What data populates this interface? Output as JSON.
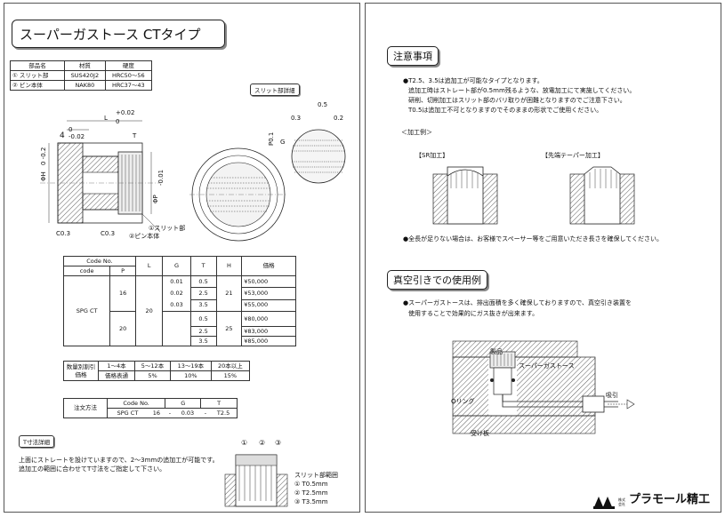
{
  "title": "スーパーガストース CTタイプ",
  "materials": {
    "headers": [
      "部品名",
      "材質",
      "硬度"
    ],
    "rows": [
      [
        "① スリット部",
        "SUS420J2",
        "HRC50～56"
      ],
      [
        "② ピン本体",
        "NAK80",
        "HRC37～43"
      ]
    ]
  },
  "drawing": {
    "slit_detail_label": "スリット部詳細",
    "dim_L": "L",
    "dim_L_tol_upper": "+0.02",
    "dim_L_tol_lower": "0",
    "dim_4": "4",
    "dim_4_tol_upper": "0",
    "dim_4_tol_lower": "-0.02",
    "dim_T": "T",
    "dim_H": "ΦH",
    "dim_H_tol": "0 -0.2",
    "dim_P": "ΦP",
    "dim_P_tol": "-0.01",
    "c03_left": "C0.3",
    "c03_mid": "C0.3",
    "part1": "①スリット部",
    "part2": "②ピン本体",
    "slit_03": "0.3",
    "slit_05": "0.5",
    "slit_02": "0.2",
    "slit_p01": "P0.1",
    "slit_g": "G"
  },
  "spec_table": {
    "code_header": "Code No.",
    "col_code": "code",
    "col_P": "P",
    "col_L": "L",
    "col_G": "G",
    "col_T": "T",
    "col_H": "H",
    "col_price": "価格",
    "code": "SPG CT",
    "L": "20",
    "groups": [
      {
        "P": "16",
        "H": "21",
        "rows": [
          {
            "G": "0.01",
            "T": "0.5",
            "price": "¥50,000"
          },
          {
            "G": "0.02",
            "T": "2.5",
            "price": "¥53,000"
          },
          {
            "G": "0.03",
            "T": "3.5",
            "price": "¥55,000"
          }
        ]
      },
      {
        "P": "20",
        "H": "25",
        "rows": [
          {
            "G": "",
            "T": "0.5",
            "price": "¥80,000"
          },
          {
            "G": "",
            "T": "2.5",
            "price": "¥83,000"
          },
          {
            "G": "",
            "T": "3.5",
            "price": "¥85,000"
          }
        ]
      }
    ]
  },
  "discount": {
    "label": "数量別割引価格",
    "quantities": [
      "1～4本",
      "5～12本",
      "13～19本",
      "20本以上"
    ],
    "rates": [
      "価格表通",
      "5%",
      "10%",
      "15%"
    ]
  },
  "order": {
    "label": "注文方法",
    "headers": [
      "Code No.",
      "G",
      "T"
    ],
    "example": [
      "SPG CT",
      "16",
      "-",
      "0.03",
      "-",
      "T2.5"
    ]
  },
  "t_detail": {
    "title": "T寸法詳細",
    "text1": "上面にストレートを設けていますので、2～3mmの追加工が可能です。",
    "text2": "追加工の範囲に合わせてT寸法をご指定して下さい。",
    "markers": [
      "①",
      "②",
      "③"
    ],
    "range_title": "スリット部範囲",
    "range_items": [
      "① T0.5mm",
      "② T2.5mm",
      "③ T3.5mm"
    ]
  },
  "notes": {
    "title": "注意事項",
    "lines": [
      "●T2.5、3.5は追加工が可能なタイプとなります。",
      "追加工時はストレート部が0.5mm残るような、放電加工にて実施してください。",
      "研削、切削加工はスリット部のバリ取りが困難となりますのでご注意下さい。",
      "T0.5は追加工不可となりますのでそのままの形状でご使用ください。"
    ],
    "example_label": "＜加工例＞",
    "sr_label": "【SR加工】",
    "taper_label": "【先端テーパー加工】",
    "spacer_note": "●全長が足りない場合は、お客様でスペーサー等をご用意いただき長さを確保してください。"
  },
  "vacuum": {
    "title": "真空引きでの使用例",
    "lines": [
      "●スーパーガストースは、排出面積を多く確保しておりますので、真空引き装置を",
      "使用することで効果的にガス抜きが出来ます。"
    ],
    "product_label": "製品",
    "sgt_label": "スーパーガストース",
    "oring_label": "Oリング",
    "suction_label": "吸引",
    "plate_label": "受け板"
  },
  "logo": {
    "company": "プラモール精工",
    "small": "株式会社"
  }
}
